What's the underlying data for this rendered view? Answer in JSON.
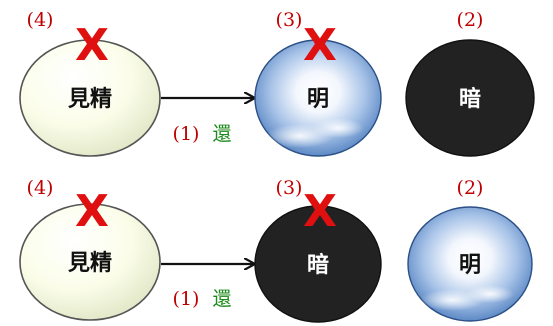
{
  "rows": [
    {
      "seeing": {
        "number": "(4)",
        "label": "見精",
        "crossed": true
      },
      "arrow": {
        "number": "(1)",
        "label": "還"
      },
      "middle": {
        "number": "(3)",
        "label": "明",
        "style": "light",
        "crossed": true
      },
      "right": {
        "number": "(2)",
        "label": "暗",
        "style": "dark"
      }
    },
    {
      "seeing": {
        "number": "(4)",
        "label": "見精",
        "crossed": true
      },
      "arrow": {
        "number": "(1)",
        "label": "還"
      },
      "middle": {
        "number": "(3)",
        "label": "暗",
        "style": "dark",
        "crossed": true
      },
      "right": {
        "number": "(2)",
        "label": "明",
        "style": "light"
      }
    }
  ],
  "colors": {
    "number_red": "#c00000",
    "return_green": "#1a8a1a",
    "cross_red": "#e01010",
    "dark_fill": "#222222",
    "sky_blue": "#4a7fc4"
  },
  "icons": {
    "cross": "x-mark-icon",
    "arrow": "right-arrow-icon"
  }
}
